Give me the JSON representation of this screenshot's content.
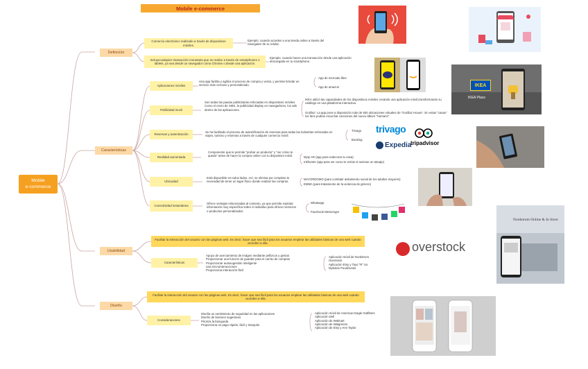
{
  "title": "Mobile e-commerce",
  "root": "Mobile\ne-commerce",
  "categories": {
    "definicion": "Definición",
    "caracteristicas": "Características",
    "usabilidad": "Usabilidad",
    "diseno": "Diseño"
  },
  "definicion": {
    "box1": "Comercio electrónico realizado a través de dispositivos móviles.",
    "box1_text": "Ejemplo: cuando accedes a una tienda online a través del navegador de tu celular.",
    "box2": "Incluyecualquier transacción monetaria que se realice a través de smartphones o tablets, ya sea desde un navegador como Chrome o desde una aplicación.",
    "box2_text": "Ejemplo: cuando haces una transacción desde una aplicación descargada en tu smartphone."
  },
  "caracteristicas": {
    "apps": {
      "label": "Aplicaciones móviles",
      "text": "Una app facilita y agiliza el proceso de compra y venta, y permite brindar un servicio más cercano y personalizado.",
      "examples": [
        "App de mercado libre",
        "App de amazon"
      ]
    },
    "publicidad": {
      "label": "Publicidad movil",
      "text": "Son todas las pautas publicitarias enfocadas en dispositivos móviles. Como el envío de SMS, la publicidad display en navegadores, los ads dentro de las aplicaciones.",
      "example1": "IKEA utilizó las capacidades de los dispositivos móviles creando una aplicación móvil,transformando su catálogo en una plataforma interactiva.",
      "example2": "Gorillaz: La app pone a disposición más de 500 ubicaciones virtuales de \"Gorillaz House\". En estas \"casas\" los fans podían escuchar canciones del nuevo álbum \"Humanz\"."
    },
    "reservas": {
      "label": "Reservas y autenticación",
      "text": "Se ha facilitado el proceso de autentificación de reservas para todas las industrias enfocadas en viajes, turismo y reservas a través de cualquier comercio móvil.",
      "examples": [
        "Trivago",
        "Booking"
      ]
    },
    "realidad": {
      "label": "Realidad aumentada",
      "text": "Componente que te permite \"probar un producto\" y \"ver cómo te queda\" antes de hacer la compra online con tu dispositivo móvil.",
      "examples": [
        "Myty AR (app para redecorar tu casa)",
        "Inkhunter (app para ver como te verías si tuvieras un tatuaje)"
      ]
    },
    "ubicuidad": {
      "label": "Ubicuidad",
      "text": "Está disponible en todos lados. Así, se elimina por completo la necesidad de tener un lugar físico donde realizar las compras.",
      "examples": [
        "MAYORDOMO (para combatir aislamiento social de los adultos mayores)",
        "EMMA (para tratamiento de la violencia de género)"
      ]
    },
    "conectividad": {
      "label": "Conectividad instantánea",
      "text": "Ofrece ventajas relacionadas al contexto, ya que permite explotar información muy específica sobre el individuo para ofrecer servicios o productos personalizados",
      "examples": [
        "Whatsapp",
        "Facebook Messenger"
      ]
    }
  },
  "usabilidad": {
    "banner": "Facilitar la interacción del usuario con las páginas web. Es decir, hacer que sea fácil para los usuarios emplear las utilidades básicas de una web cuando acceden a ella.",
    "label": "Características",
    "items": [
      "Apoyo de acercamiento de imágen mediante pellizcos y gestos",
      "Proporcionar una función de guardar para el carrito de compras",
      "Proporcionar autosugestión inteligente",
      "Usa microinteracciones",
      "Proporciona interacción fácil"
    ],
    "examples": [
      "Aplicación móvil de Nordstrom",
      "Overstock",
      "Aplicación Etsy y Toys \"R\" Us",
      "Mykolas Poudziunas"
    ]
  },
  "diseno": {
    "banner": "Facilitar la interacción del usuario con las páginas web. Es decir, hacer que sea fácil para los usuarios emplear las utilidades básicas de una web cuando acceden a ella.",
    "label": "Consideraciones",
    "items": [
      "Diseña un sentimiento de seguridad en las aplicaciones",
      "Diseño de botones sugestivos",
      "Prioriza la búsqueda",
      "Proporciona un pago rápido, fácil y tranquilo"
    ],
    "examples": [
      "Aplicación móvil de American Eagle Outfitters",
      "Aplicación Dell",
      "Aplicación de Walmart",
      "Aplicación de Walgreens",
      "Aplicación de Etsy y Ann Taylor"
    ]
  },
  "logos": {
    "ikea": "IKEA",
    "ikea_place": "IKEA Place",
    "trivago": "trivago",
    "expedia": "Expedia",
    "tripadvisor": "tripadvisor",
    "overstock": "overstock",
    "nordstrom": "Nordstrom Online & In Store",
    "mercado": "mercado libre",
    "amazon": "amazon"
  },
  "colors": {
    "title_bg": "#f7a830",
    "title_text": "#b82214",
    "root_bg": "#f6a021",
    "category_bg": "#fcd9a6",
    "box_bg": "#fff2a6",
    "branch_line": "#c9a2a2"
  }
}
